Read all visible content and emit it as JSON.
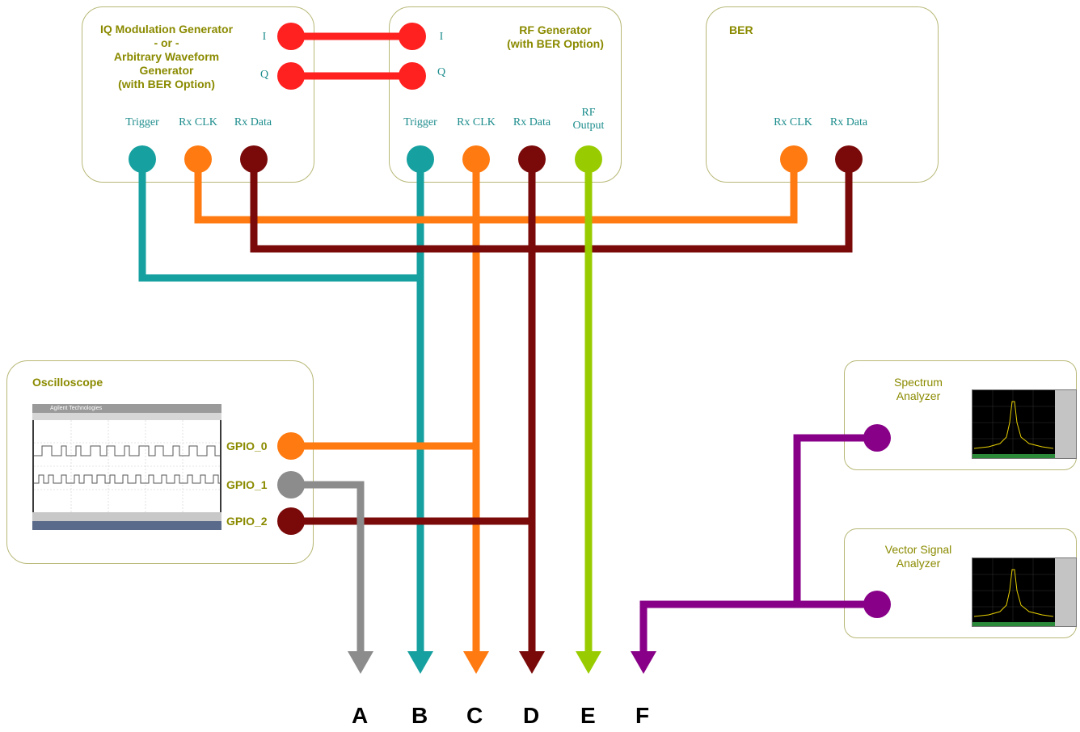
{
  "blocks": {
    "iq_generator": {
      "title": "IQ Modulation Generator\n- or -\nArbitrary Waveform\nGenerator\n(with BER Option)",
      "port_i": "I",
      "port_q": "Q",
      "trigger": "Trigger",
      "rx_clk": "Rx CLK",
      "rx_data": "Rx Data"
    },
    "rf_generator": {
      "title": "RF Generator\n(with BER Option)",
      "port_i": "I",
      "port_q": "Q",
      "trigger": "Trigger",
      "rx_clk": "Rx CLK",
      "rx_data": "Rx Data",
      "rf_output": "RF\nOutput"
    },
    "ber": {
      "title": "BER",
      "rx_clk": "Rx CLK",
      "rx_data": "Rx Data"
    },
    "oscilloscope": {
      "title": "Oscilloscope",
      "screen_header": "Agilent Technologies",
      "gpio0": "GPIO_0",
      "gpio1": "GPIO_1",
      "gpio2": "GPIO_2"
    },
    "spectrum_analyzer": {
      "title": "Spectrum\nAnalyzer"
    },
    "vector_signal_analyzer": {
      "title": "Vector Signal\nAnalyzer"
    }
  },
  "outputs": [
    "A",
    "B",
    "C",
    "D",
    "E",
    "F"
  ],
  "colors": {
    "border": "#b8b878",
    "title": "#8a8a00",
    "port_label": "#1d8c8c",
    "iq": "#ff2020",
    "trigger": "#16a0a0",
    "rx_clk": "#ff7a10",
    "rx_data": "#7a0a0a",
    "rf_output": "#99cc00",
    "gpio1": "#8c8c8c",
    "analyzer": "#880088"
  }
}
